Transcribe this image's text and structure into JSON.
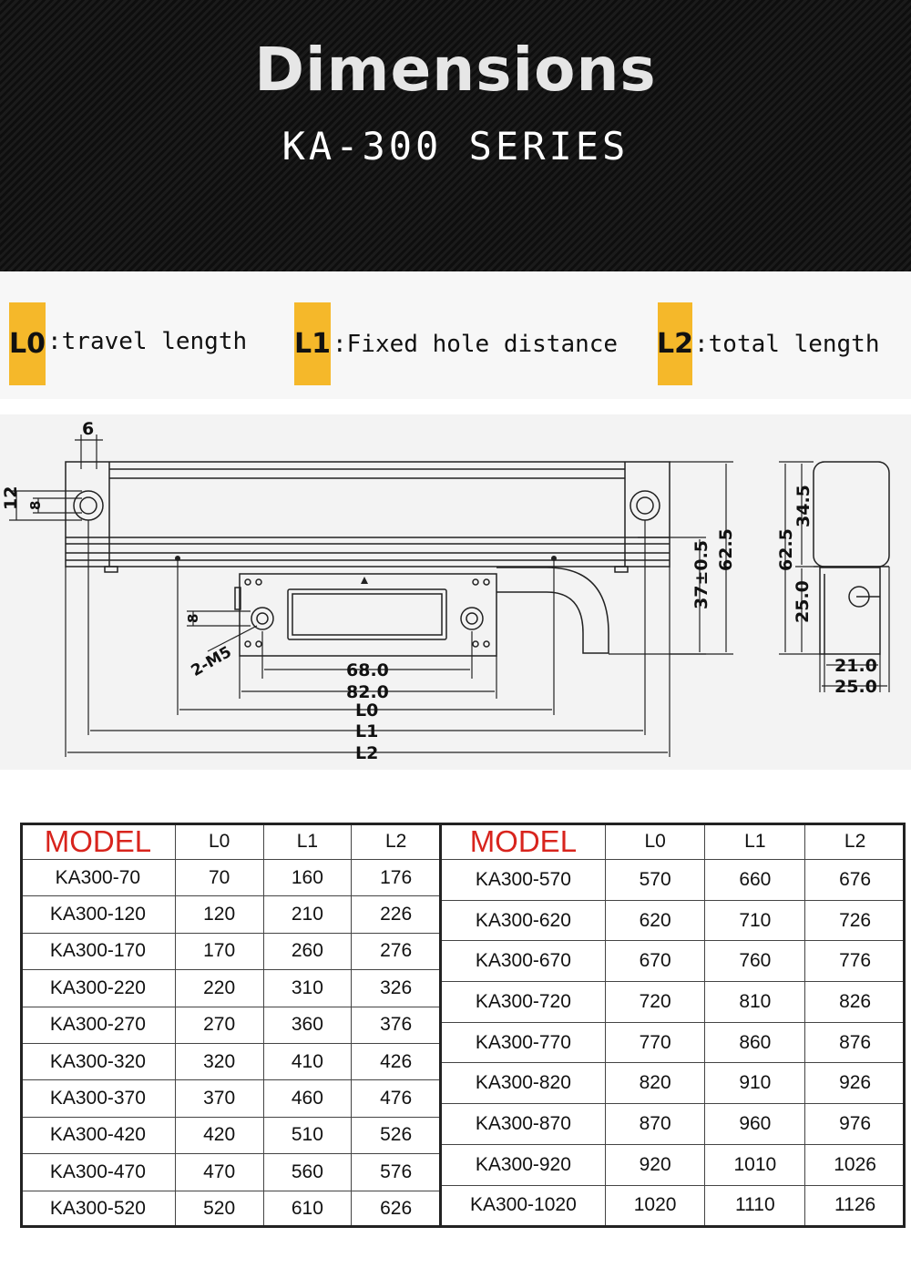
{
  "header": {
    "title": "Dimensions",
    "subtitle": "KA-300 SERIES"
  },
  "legend": [
    {
      "key": "L0",
      "text": ":travel length"
    },
    {
      "key": "L1",
      "text": ":Fixed hole distance"
    },
    {
      "key": "L2",
      "text": ":total length"
    }
  ],
  "drawing": {
    "dims": {
      "d6": "6",
      "d12": "12",
      "d8a": "8",
      "d8b": "8",
      "m5": "2-M5",
      "d68": "68.0",
      "d82": "82.0",
      "L0": "L0",
      "L1": "L1",
      "L2": "L2",
      "d37": "37±0.5",
      "d625a": "62.5",
      "d625b": "62.5",
      "d345": "34.5",
      "d250v": "25.0",
      "d210": "21.0",
      "d250h": "25.0"
    }
  },
  "table": {
    "headers": {
      "model": "MODEL",
      "l0": "L0",
      "l1": "L1",
      "l2": "L2"
    },
    "left_rows": [
      [
        "KA300-70",
        "70",
        "160",
        "176"
      ],
      [
        "KA300-120",
        "120",
        "210",
        "226"
      ],
      [
        "KA300-170",
        "170",
        "260",
        "276"
      ],
      [
        "KA300-220",
        "220",
        "310",
        "326"
      ],
      [
        "KA300-270",
        "270",
        "360",
        "376"
      ],
      [
        "KA300-320",
        "320",
        "410",
        "426"
      ],
      [
        "KA300-370",
        "370",
        "460",
        "476"
      ],
      [
        "KA300-420",
        "420",
        "510",
        "526"
      ],
      [
        "KA300-470",
        "470",
        "560",
        "576"
      ],
      [
        "KA300-520",
        "520",
        "610",
        "626"
      ]
    ],
    "right_rows": [
      [
        "KA300-570",
        "570",
        "660",
        "676"
      ],
      [
        "KA300-620",
        "620",
        "710",
        "726"
      ],
      [
        "KA300-670",
        "670",
        "760",
        "776"
      ],
      [
        "KA300-720",
        "720",
        "810",
        "826"
      ],
      [
        "KA300-770",
        "770",
        "860",
        "876"
      ],
      [
        "KA300-820",
        "820",
        "910",
        "926"
      ],
      [
        "KA300-870",
        "870",
        "960",
        "976"
      ],
      [
        "KA300-920",
        "920",
        "1010",
        "1026"
      ],
      [
        "KA300-1020",
        "1020",
        "1110",
        "1126"
      ],
      [
        "",
        "",
        "",
        ""
      ]
    ]
  }
}
